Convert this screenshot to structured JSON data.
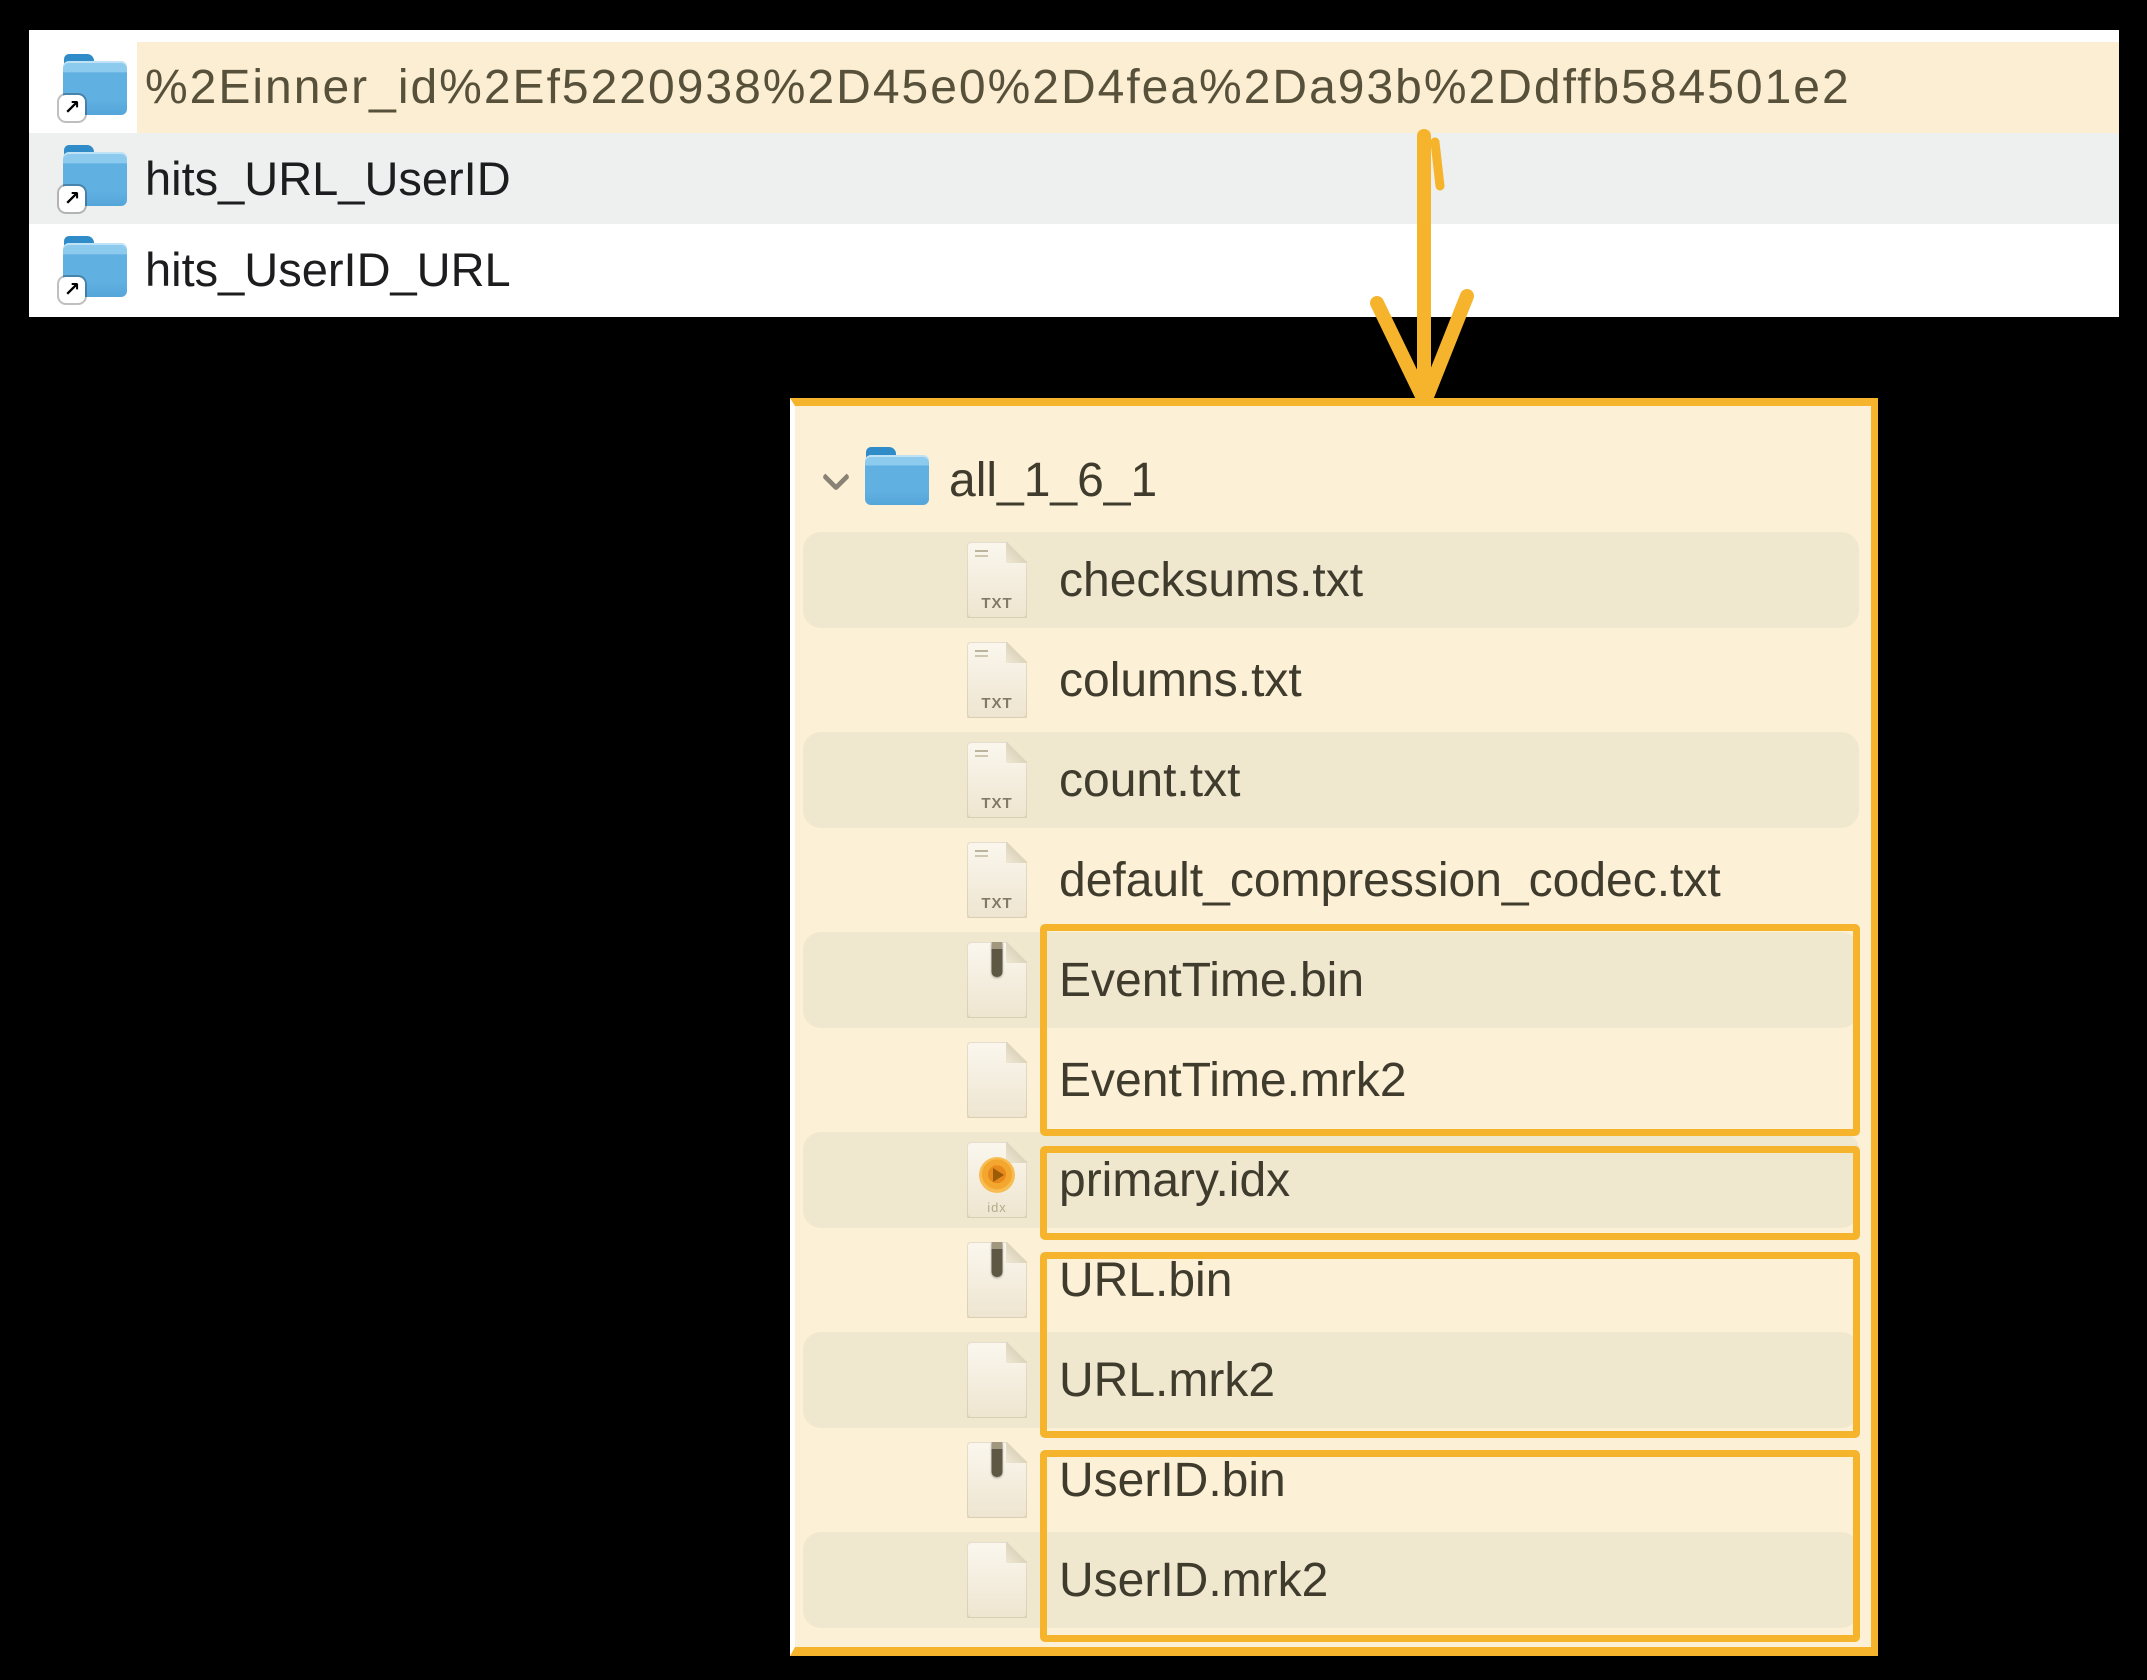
{
  "top_panel": {
    "rows": [
      {
        "name": "%2Einner_id%2Ef5220938%2D45e0%2D4fea%2Da93b%2Ddffb584501e2",
        "icon": "blue-folder-alias",
        "highlighted": true
      },
      {
        "name": "hits_URL_UserID",
        "icon": "blue-folder-alias",
        "highlighted": false
      },
      {
        "name": "hits_UserID_URL",
        "icon": "blue-folder-alias",
        "highlighted": false
      }
    ]
  },
  "annotation": {
    "arrow": {
      "shape": "down-arrow",
      "color": "#f6b42c"
    },
    "highlight_boxes": [
      "EventTime.bin + EventTime.mrk2",
      "primary.idx",
      "URL.bin + URL.mrk2",
      "UserID.bin + UserID.mrk2"
    ]
  },
  "tree_panel": {
    "root": {
      "label": "all_1_6_1",
      "icon": "blue-folder",
      "expanded": true
    },
    "files": [
      {
        "label": "checksums.txt",
        "icon": "txt-document"
      },
      {
        "label": "columns.txt",
        "icon": "txt-document"
      },
      {
        "label": "count.txt",
        "icon": "txt-document"
      },
      {
        "label": "default_compression_codec.txt",
        "icon": "txt-document"
      },
      {
        "label": "EventTime.bin",
        "icon": "binary-document"
      },
      {
        "label": "EventTime.mrk2",
        "icon": "blank-document"
      },
      {
        "label": "primary.idx",
        "icon": "idx-document"
      },
      {
        "label": "URL.bin",
        "icon": "binary-document"
      },
      {
        "label": "URL.mrk2",
        "icon": "blank-document"
      },
      {
        "label": "UserID.bin",
        "icon": "binary-document"
      },
      {
        "label": "UserID.mrk2",
        "icon": "blank-document"
      }
    ]
  },
  "icons": {
    "txt_label": "TXT",
    "idx_label": "idx",
    "alias_arrow_glyph": "↗"
  },
  "colors": {
    "annotation_orange": "#f5b42c",
    "panel_cream": "#fcf0d6",
    "stripe_tan": "#f0e7cf",
    "selection_cream": "#fbeed2",
    "row_alt_gray": "#eef0f0",
    "folder_blue": "#5aabde"
  }
}
